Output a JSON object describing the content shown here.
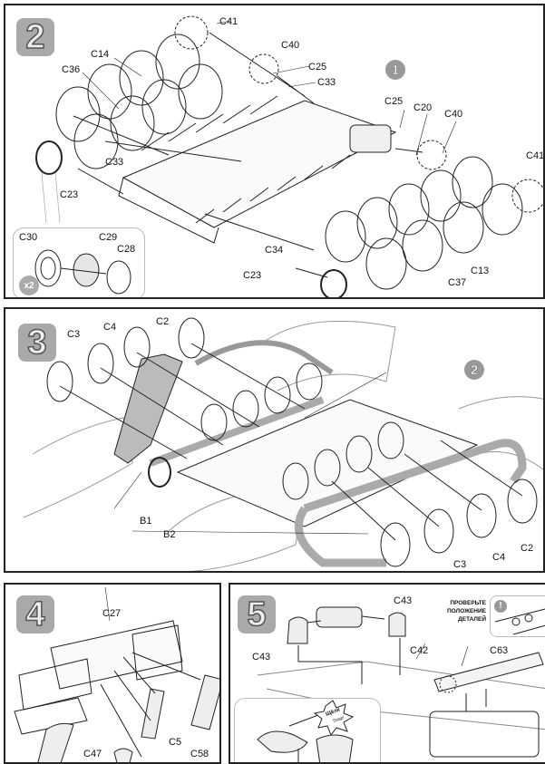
{
  "steps": [
    {
      "number": "2",
      "ref_part": "1",
      "multiplier": "x2",
      "labels": [
        "C41",
        "C40",
        "C14",
        "C36",
        "C25",
        "C33",
        "C25",
        "C20",
        "C40",
        "C41",
        "C33",
        "C23",
        "C30",
        "C29",
        "C28",
        "C34",
        "C23",
        "C37",
        "C13"
      ]
    },
    {
      "number": "3",
      "ref_part": "2",
      "labels": [
        "C3",
        "C4",
        "C2",
        "B1",
        "B2",
        "C3",
        "C4",
        "C2"
      ]
    },
    {
      "number": "4",
      "labels": [
        "C27",
        "C5",
        "C58",
        "C47"
      ]
    },
    {
      "number": "5",
      "labels": [
        "C43",
        "C43",
        "C42",
        "C63"
      ],
      "click_text": "Щёлк",
      "click_sub": "Snap!",
      "check_note": [
        "ПРОВЕРЬТЕ",
        "ПОЛОЖЕНИЕ",
        "ДЕТАЛЕЙ"
      ],
      "warning_icon": "!"
    }
  ],
  "colors": {
    "badge": "#a9a9a9",
    "line": "#222222",
    "paper": "#ffffff"
  }
}
